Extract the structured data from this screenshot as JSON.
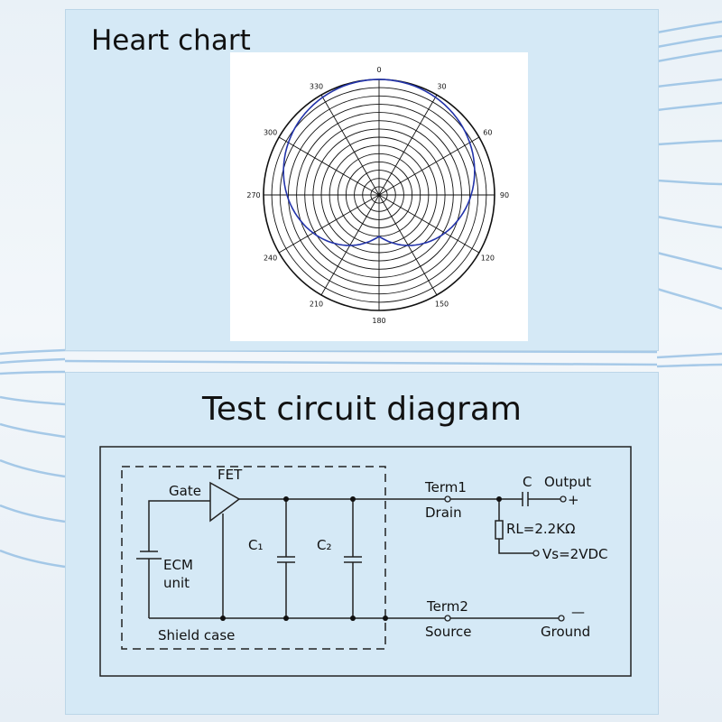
{
  "heart_chart": {
    "title": "Heart chart",
    "angle_labels": [
      "0",
      "30",
      "60",
      "90",
      "120",
      "150",
      "180",
      "210",
      "240",
      "270",
      "300",
      "330"
    ],
    "pattern_color": "#2233aa"
  },
  "circuit": {
    "title": "Test circuit diagram",
    "labels": {
      "fet": "FET",
      "gate": "Gate",
      "ecm_line1": "ECM",
      "ecm_line2": "unit",
      "c1": "C₁",
      "c2": "C₂",
      "shield": "Shield case",
      "term1": "Term1",
      "drain": "Drain",
      "c": "C",
      "output": "Output",
      "plus": "+",
      "rl": "RL=2.2KΩ",
      "vs": "Vs=2VDC",
      "term2": "Term2",
      "source": "Source",
      "minus": "—",
      "ground": "Ground"
    }
  }
}
